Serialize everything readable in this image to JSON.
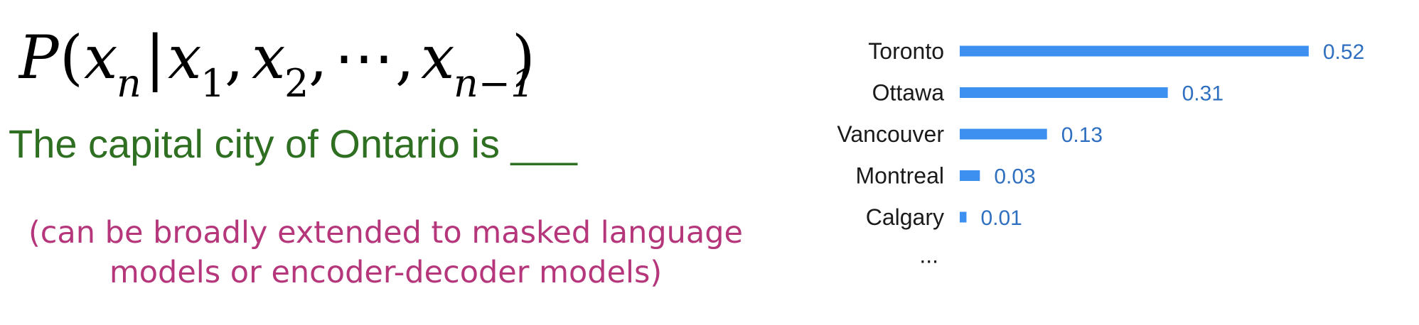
{
  "formula": {
    "P": "P",
    "open_paren": "(",
    "x": "x",
    "sub_n": "n",
    "bar": "|",
    "sub_1": "1",
    "comma": ",",
    "sub_2": "2",
    "ellipsis": "⋯",
    "sub_n_minus_1": "n−1",
    "close_paren": ")"
  },
  "prompt_sentence": "The capital city of Ontario is ___",
  "note": {
    "line1": "(can be broadly extended to masked language",
    "line2": "models or encoder-decoder models)"
  },
  "colors": {
    "bar": "#3d8ff0",
    "value_label": "#2f6fc0",
    "category_label": "#1a1a1a",
    "sentence": "#2f6f22",
    "note": "#b5367a"
  },
  "chart_data": {
    "type": "bar",
    "orientation": "horizontal",
    "categories": [
      "Toronto",
      "Ottawa",
      "Vancouver",
      "Montreal",
      "Calgary"
    ],
    "values": [
      0.52,
      0.31,
      0.13,
      0.03,
      0.01
    ],
    "value_labels": [
      "0.52",
      "0.31",
      "0.13",
      "0.03",
      "0.01"
    ],
    "trailing_label": "...",
    "grid": false,
    "axes_visible": false,
    "title": "",
    "xlabel": "",
    "ylabel": ""
  }
}
